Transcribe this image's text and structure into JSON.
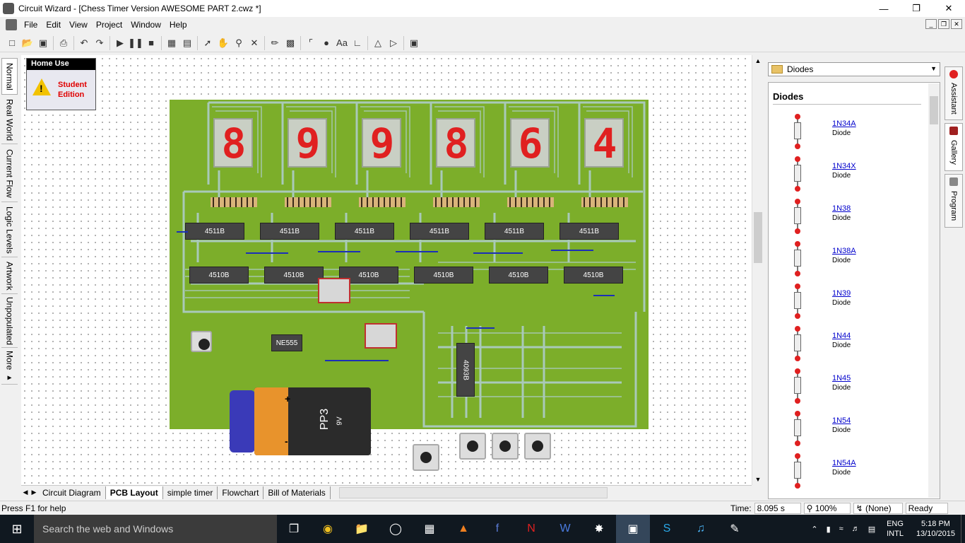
{
  "window": {
    "app": "Circuit Wizard",
    "document": "[Chess Timer Version AWESOME PART 2.cwz *]"
  },
  "menu": [
    "File",
    "Edit",
    "View",
    "Project",
    "Window",
    "Help"
  ],
  "left_tabs": [
    "Normal",
    "Real World",
    "Current Flow",
    "Logic Levels",
    "Artwork",
    "Unpopulated",
    "More ▸"
  ],
  "edition": {
    "header": "Home Use",
    "line1": "Student",
    "line2": "Edition"
  },
  "pcb": {
    "digits": [
      "8",
      "9",
      "9",
      "8",
      "6",
      "4"
    ],
    "decoder_chips": [
      "4511B",
      "4511B",
      "4511B",
      "4511B",
      "4511B",
      "4511B"
    ],
    "counter_chips": [
      "4510B",
      "4510B",
      "4510B",
      "4510B",
      "4510B",
      "4510B"
    ],
    "timer_chip": "NE555",
    "gate_chip": "4093B",
    "battery": {
      "label": "PP3",
      "voltage": "9V",
      "plus": "+",
      "minus": "-"
    },
    "colors": {
      "board": "#7cae2a",
      "track": "#a9c9b9",
      "wire": "#1b2fb8",
      "segment": "#e02020"
    }
  },
  "gallery": {
    "category": "Diodes",
    "heading": "Diodes",
    "items": [
      {
        "name": "1N34A",
        "desc": "Diode"
      },
      {
        "name": "1N34X",
        "desc": "Diode"
      },
      {
        "name": "1N38",
        "desc": "Diode"
      },
      {
        "name": "1N38A",
        "desc": "Diode"
      },
      {
        "name": "1N39",
        "desc": "Diode"
      },
      {
        "name": "1N44",
        "desc": "Diode"
      },
      {
        "name": "1N45",
        "desc": "Diode"
      },
      {
        "name": "1N54",
        "desc": "Diode"
      },
      {
        "name": "1N54A",
        "desc": "Diode"
      }
    ]
  },
  "right_tabs": [
    "Assistant",
    "Gallery",
    "Program"
  ],
  "doc_tabs": [
    "Circuit Diagram",
    "PCB Layout",
    "simple timer",
    "Flowchart",
    "Bill of Materials"
  ],
  "status": {
    "help": "Press F1 for help",
    "time_label": "Time:",
    "time_value": "8.095 s",
    "zoom": "100%",
    "probe": "(None)",
    "state": "Ready"
  },
  "taskbar": {
    "search_placeholder": "Search the web and Windows",
    "lang1": "ENG",
    "lang2": "INTL",
    "time": "5:18 PM",
    "date": "13/10/2015"
  }
}
